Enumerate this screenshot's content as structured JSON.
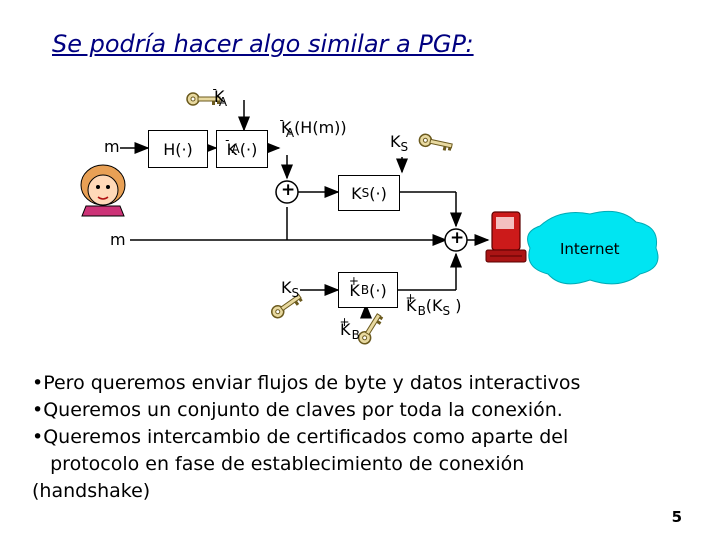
{
  "title": "Se podría hacer algo similar a PGP:",
  "diagram": {
    "key_top": {
      "base": "K",
      "sup": "-",
      "sub": "A"
    },
    "m_top": "m",
    "hash_box": "H(·)",
    "sign_box": {
      "base": "K",
      "sup": "-",
      "sub": "A",
      "tail": "(·)"
    },
    "signed_hash": {
      "base": "K",
      "sup": "-",
      "sub": "A",
      "tail": "(H(m))"
    },
    "session_key": {
      "base": "K",
      "sub": "S"
    },
    "plus_1": "+",
    "session_enc": {
      "base": "K",
      "sub": "S",
      "tail": "(·)"
    },
    "m_bottom": "m",
    "plus_2": "+",
    "internet": "Internet",
    "ks_key_label": {
      "base": "K",
      "sub": "S"
    },
    "pub_enc_box": {
      "base": "K",
      "sup": "+",
      "sub": "B",
      "tail": "(·)"
    },
    "enc_session_key": {
      "base": "K",
      "sup": "+",
      "sub": "B",
      "tail": "(K",
      "sub2": "S",
      "tail2": " )"
    },
    "kb_plus_key": {
      "base": "K",
      "sup": "+",
      "sub": "B"
    }
  },
  "bullets": [
    "•Pero queremos enviar flujos de byte y datos interactivos",
    "•Queremos un conjunto de claves por toda la conexión.",
    "•Queremos intercambio de certificados como aparte del",
    "   protocolo en fase de establecimiento de conexión",
    "(handshake)"
  ],
  "page_number": "5",
  "colors": {
    "title": "#000080",
    "key_fill": "#e8d9a0",
    "key_stroke": "#6b5a1e",
    "cloud": "#00e5f2",
    "computer": "#cc1a1a"
  },
  "icons": [
    "key-icon",
    "person-icon",
    "computer-icon",
    "cloud-icon"
  ]
}
